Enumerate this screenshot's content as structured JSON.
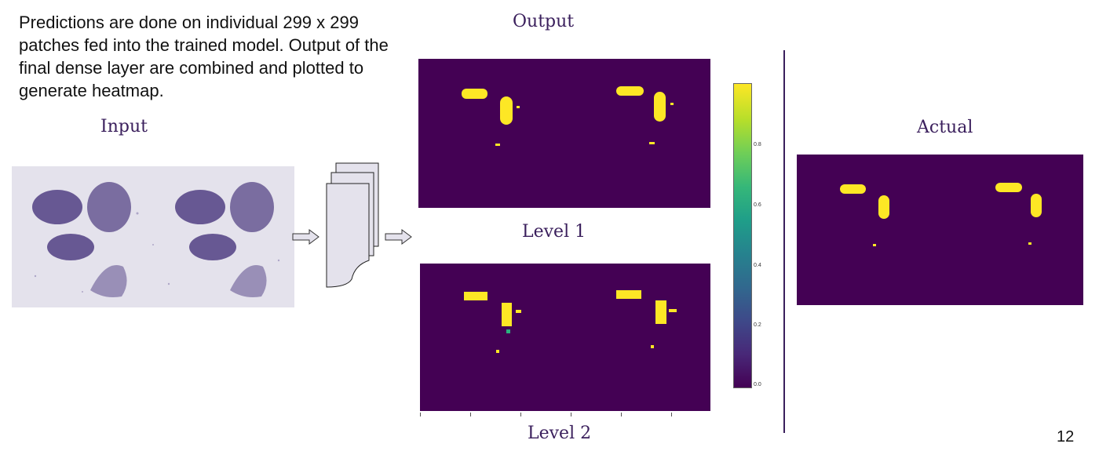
{
  "intro_text": "Predictions are done on individual 299 x 299 patches fed into the trained model. Output of the final dense layer are combined and plotted to generate heatmap.",
  "labels": {
    "input": "Input",
    "output": "Output",
    "level1": "Level 1",
    "level2": "Level 2",
    "actual": "Actual"
  },
  "colorbar": {
    "colormap": "viridis",
    "ticks": [
      "0.0",
      "0.2",
      "0.4",
      "0.6",
      "0.8"
    ]
  },
  "slide_number": "12",
  "colors": {
    "heatmap_background": "#440154",
    "heatmap_high": "#fde725",
    "tissue": "#5a4a8a",
    "label_text": "#3a1f5c"
  },
  "icons": {
    "model": "model-stack-icon",
    "arrow": "right-arrow-icon"
  }
}
